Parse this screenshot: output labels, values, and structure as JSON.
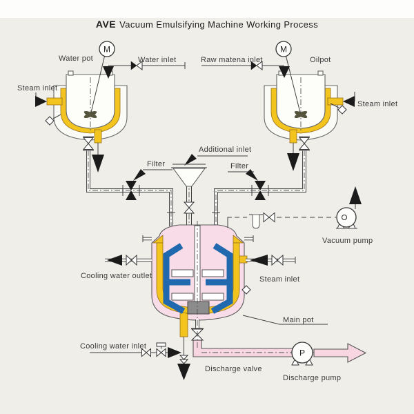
{
  "title": {
    "brand": "AVE",
    "text": "Vacuum Emulsifying Machine Working Process"
  },
  "labels": {
    "water_pot": "Water pot",
    "water_inlet": "Water inlet",
    "raw_material_inlet": "Raw matena inlet",
    "oil_pot": "Oilpot",
    "steam_inlet_left": "Steam inlet",
    "steam_inlet_right": "Steam inlet",
    "additional_inlet": "Additional inlet",
    "filter_left": "Filter",
    "filter_right": "Filter",
    "vacuum_pump": "Vacuum pump",
    "cooling_water_outlet": "Cooling water outlet",
    "steam_inlet_main": "Steam inlet",
    "main_pot": "Main pot",
    "cooling_water_inlet": "Cooling water inlet",
    "discharge_valve": "Discharge valve",
    "discharge_pump": "Discharge pump"
  },
  "symbols": {
    "motor": "M",
    "pump": "P"
  },
  "colors": {
    "background": "#efeee9",
    "jacket_yellow": "#f3c31e",
    "vessel_pink": "#f8dce8",
    "agitator_blue": "#2069ae",
    "pipe_pink": "#f7d6e2",
    "homogenizer_gray": "#8c8c8c",
    "line": "#3f3f3f"
  }
}
